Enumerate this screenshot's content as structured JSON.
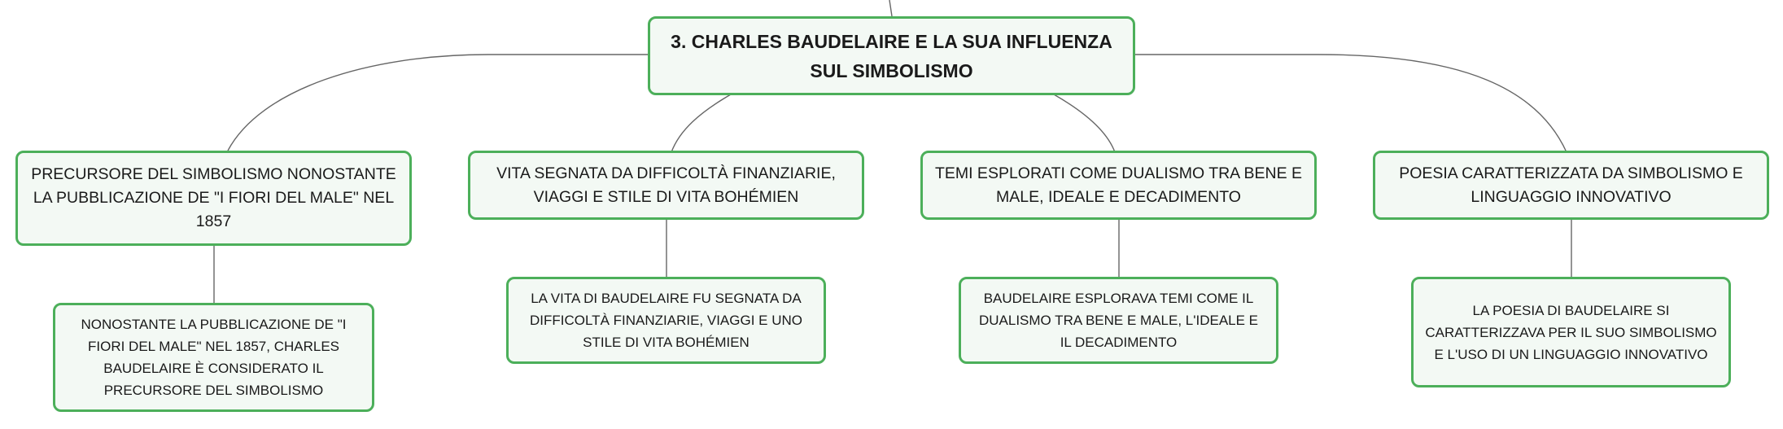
{
  "map": {
    "root": {
      "label": "3. CHARLES BAUDELAIRE E LA SUA INFLUENZA SUL SIMBOLISMO"
    },
    "branches": [
      {
        "label": "PRECURSORE DEL SIMBOLISMO NONOSTANTE LA PUBBLICAZIONE DE \"I FIORI DEL MALE\" NEL 1857",
        "child": "NONOSTANTE LA PUBBLICAZIONE DE \"I FIORI DEL MALE\" NEL 1857, CHARLES BAUDELAIRE È CONSIDERATO IL PRECURSORE DEL SIMBOLISMO"
      },
      {
        "label": "VITA SEGNATA DA DIFFICOLTÀ FINANZIARIE, VIAGGI E STILE DI VITA BOHÉMIEN",
        "child": "LA VITA DI BAUDELAIRE FU SEGNATA DA DIFFICOLTÀ FINANZIARIE, VIAGGI E UNO STILE DI VITA BOHÉMIEN"
      },
      {
        "label": "TEMI ESPLORATI COME DUALISMO TRA BENE E MALE, IDEALE E DECADIMENTO",
        "child": "BAUDELAIRE ESPLORAVA TEMI COME IL DUALISMO TRA BENE E MALE, L'IDEALE E IL DECADIMENTO"
      },
      {
        "label": "POESIA CARATTERIZZATA DA SIMBOLISMO E LINGUAGGIO INNOVATIVO",
        "child": "LA POESIA DI BAUDELAIRE SI CARATTERIZZAVA PER IL SUO SIMBOLISMO E L'USO DI UN LINGUAGGIO INNOVATIVO"
      }
    ]
  },
  "colors": {
    "node_border": "#4caf5a",
    "node_fill": "#f3f9f4",
    "connector": "#666666",
    "text": "#1a1a1a"
  }
}
